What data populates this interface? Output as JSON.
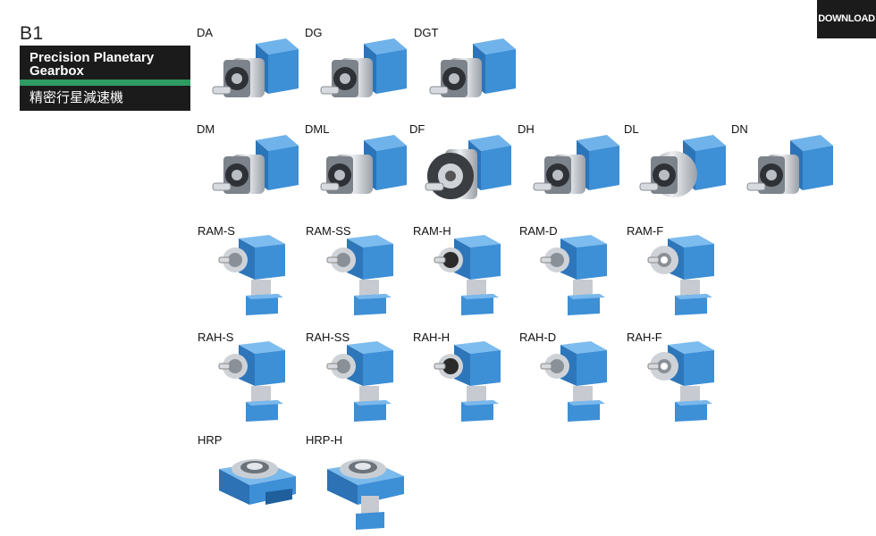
{
  "header": {
    "section_code": "B1",
    "title_en": "Precision Planetary Gearbox",
    "title_zh": "精密行星減速機",
    "download_label": "DOWNLOAD"
  },
  "colors": {
    "housing_blue": "#3d8fd6",
    "metal_silver": "#c9ccd1",
    "title_bg": "#1b1b1b",
    "accent_green": "#2f9a62"
  },
  "products": [
    {
      "label": "DA",
      "kind": "inline"
    },
    {
      "label": "DG",
      "kind": "inline"
    },
    {
      "label": "DGT",
      "kind": "inline-tapered"
    },
    {
      "label": "DM",
      "kind": "inline"
    },
    {
      "label": "DML",
      "kind": "inline-long"
    },
    {
      "label": "DF",
      "kind": "inline-flange"
    },
    {
      "label": "DH",
      "kind": "inline"
    },
    {
      "label": "DL",
      "kind": "inline-round"
    },
    {
      "label": "DN",
      "kind": "inline"
    },
    {
      "label": "RAM-S",
      "kind": "right-angle"
    },
    {
      "label": "RAM-SS",
      "kind": "right-angle"
    },
    {
      "label": "RAM-H",
      "kind": "right-angle-hollow"
    },
    {
      "label": "RAM-D",
      "kind": "right-angle"
    },
    {
      "label": "RAM-F",
      "kind": "right-angle-flange"
    },
    {
      "label": "RAH-S",
      "kind": "right-angle"
    },
    {
      "label": "RAH-SS",
      "kind": "right-angle"
    },
    {
      "label": "RAH-H",
      "kind": "right-angle-hollow"
    },
    {
      "label": "RAH-D",
      "kind": "right-angle"
    },
    {
      "label": "RAH-F",
      "kind": "right-angle-flange"
    },
    {
      "label": "HRP",
      "kind": "hollow-rotary"
    },
    {
      "label": "HRP-H",
      "kind": "hollow-rotary-motor"
    }
  ]
}
